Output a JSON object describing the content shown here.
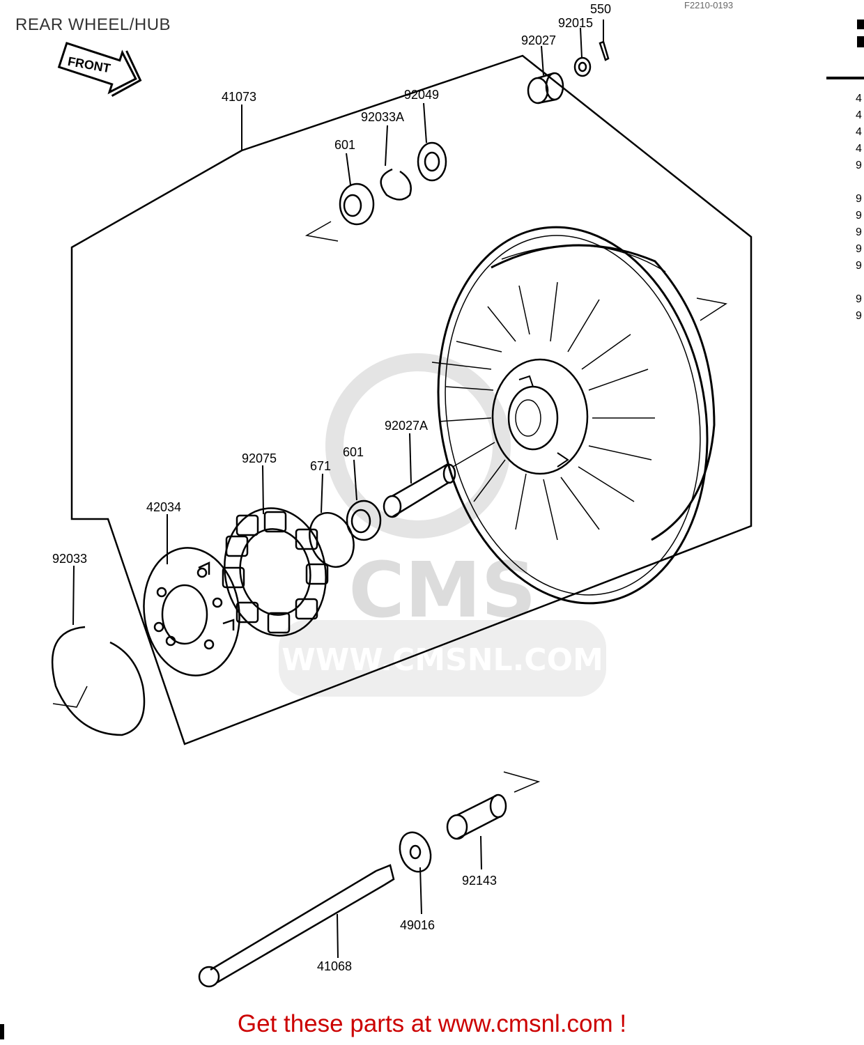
{
  "header": {
    "title": "REAR WHEEL/HUB",
    "drawing_code": "F2210-0193"
  },
  "front_arrow_label": "FRONT",
  "watermark": {
    "brand": "CMS",
    "url": "WWW.CMSNL.COM"
  },
  "part_numbers": {
    "p550": "550",
    "p92015": "92015",
    "p92027": "92027",
    "p41073": "41073",
    "p92049": "92049",
    "p92033A": "92033A",
    "p601_top": "601",
    "p92027A": "92027A",
    "p92075": "92075",
    "p671": "671",
    "p601_mid": "601",
    "p42034": "42034",
    "p92033": "92033",
    "p92143": "92143",
    "p49016": "49016",
    "p41068": "41068"
  },
  "right_column_fragments": [
    "4",
    "4",
    "4",
    "4",
    "9",
    "",
    "9",
    "9",
    "9",
    "9",
    "9",
    "",
    "9",
    "9"
  ],
  "footer": {
    "promo": "Get these parts at www.cmsnl.com !"
  },
  "colors": {
    "line": "#000000",
    "watermark": "#dcdcdc",
    "promo": "#cc0000"
  }
}
